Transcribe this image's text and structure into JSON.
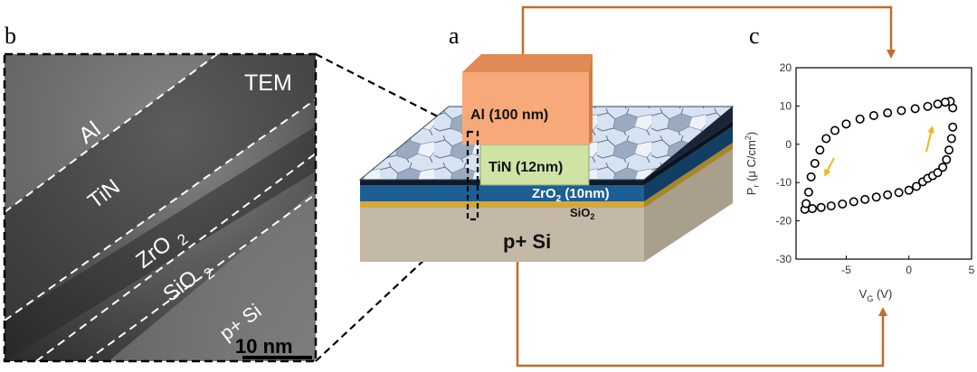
{
  "panel_labels": {
    "a": "a",
    "b": "b",
    "c": "c"
  },
  "tem": {
    "label": "TEM",
    "layers": [
      "Al",
      "TiN",
      "ZrO",
      "SiO",
      "p+ Si"
    ],
    "sub": "2",
    "scale_bar": "10 nm"
  },
  "device": {
    "al": "Al (100 nm)",
    "tin": "TiN (12nm)",
    "zro2_a": "ZrO",
    "zro2_sub": "2",
    "zro2_b": " (10nm)",
    "sio2_a": "SiO",
    "sio2_sub": "2",
    "substrate": "p+ Si"
  },
  "colors": {
    "wire": "#c46a2b",
    "marker": "#000000",
    "arrow": "#f2b81c",
    "al": "#f7a97a",
    "tin": "#cfe3a6",
    "zro2": "#1e5f93",
    "sio2": "#d4a93a",
    "si": "#c3b9a6"
  },
  "chart_data": {
    "type": "scatter",
    "xlabel_main": "V",
    "xlabel_sub": "G",
    "xlabel_unit": " (V)",
    "ylabel_main": "P",
    "ylabel_sub": "r",
    "ylabel_unit": " (μ C/cm",
    "ylabel_sup": "2",
    "ylabel_close": ")",
    "xlim": [
      -9,
      5
    ],
    "ylim": [
      -30,
      20
    ],
    "xticks": [
      -5,
      0,
      5
    ],
    "yticks": [
      -30,
      -20,
      -10,
      0,
      10,
      20
    ],
    "series": [
      {
        "marker": "open-circle",
        "x": [
          -8.3,
          -7.7,
          -7.0,
          -6.2,
          -5.3,
          -4.4,
          -3.5,
          -2.6,
          -1.7,
          -0.8,
          0.0,
          0.6,
          1.1,
          1.5,
          1.9,
          2.3,
          2.7,
          3.0,
          3.2,
          3.4,
          3.5,
          3.5,
          3.3,
          2.9,
          2.3,
          1.5,
          0.5,
          -0.6,
          -1.7,
          -2.8,
          -3.9,
          -5.0,
          -5.9,
          -6.6,
          -7.1,
          -7.5,
          -7.8,
          -8.0,
          -8.2
        ],
        "y": [
          -17.0,
          -16.8,
          -16.5,
          -16.1,
          -15.6,
          -15.0,
          -14.4,
          -13.8,
          -13.2,
          -12.6,
          -12.0,
          -11.0,
          -9.8,
          -8.9,
          -8.2,
          -7.4,
          -6.0,
          -4.0,
          -1.5,
          1.5,
          4.5,
          9.5,
          11.2,
          11.0,
          10.5,
          9.9,
          9.3,
          8.8,
          8.2,
          7.5,
          6.6,
          5.3,
          3.6,
          1.5,
          -1.5,
          -5.0,
          -8.5,
          -12.5,
          -15.5
        ]
      }
    ]
  }
}
